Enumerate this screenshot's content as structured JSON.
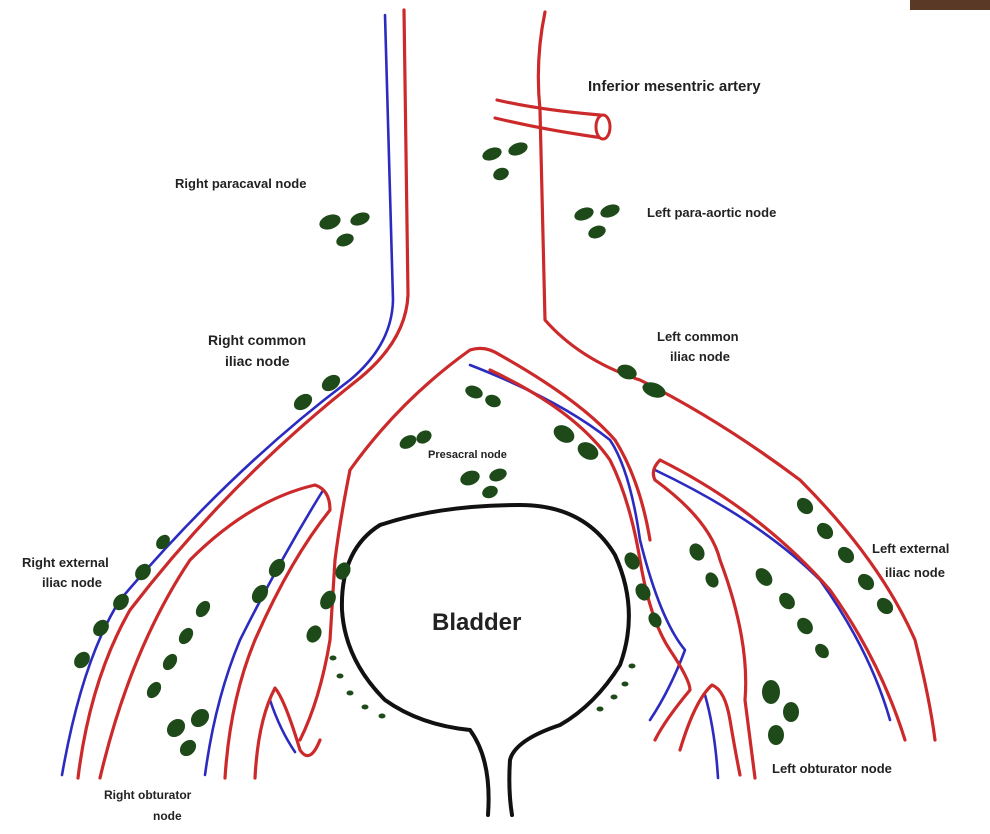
{
  "colors": {
    "artery": "#cc2a2a",
    "vein": "#2b2bc0",
    "node": "#1e4a1a",
    "bladder": "#111111",
    "corner_tab": "#5a3a26"
  },
  "labels": {
    "inferior_mesenteric_artery": "Inferior mesentric artery",
    "right_paracaval_node": "Right paracaval node",
    "left_para_aortic_node": "Left para-aortic node",
    "right_common_iliac_node": [
      "Right common",
      "iliac node"
    ],
    "left_common_iliac_node": [
      "Left common",
      "iliac node"
    ],
    "presacral_node": "Presacral node",
    "right_external_iliac_node": [
      "Right external",
      "iliac node"
    ],
    "left_external_iliac_node": [
      "Left external",
      "iliac node"
    ],
    "bladder": "Bladder",
    "right_obturator_node": [
      "Right obturator",
      "node"
    ],
    "left_obturator_node": "Left obturator node"
  }
}
